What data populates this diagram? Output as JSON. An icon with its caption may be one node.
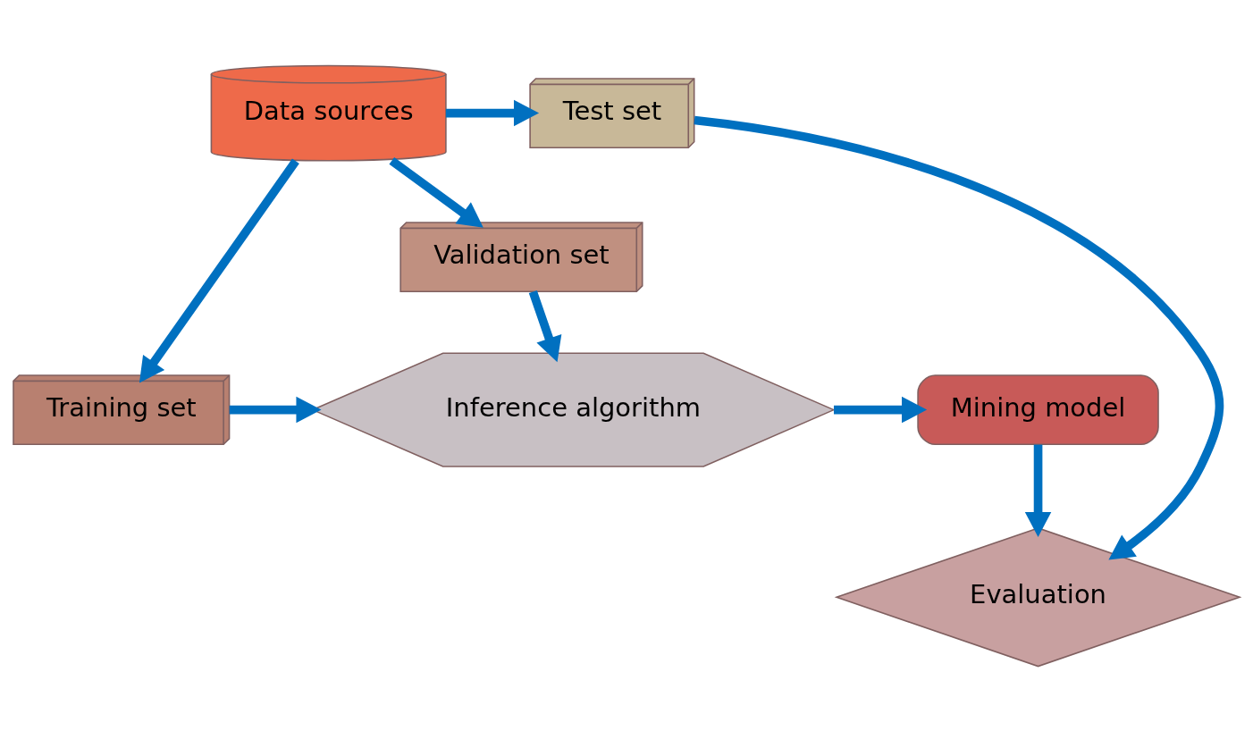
{
  "diagram": {
    "nodes": [
      {
        "text": [
          "Data sources"
        ]
      },
      {
        "text": [
          "Test set"
        ]
      },
      {
        "text": [
          "Validation set"
        ]
      },
      {
        "text": [
          "Training set"
        ]
      },
      {
        "text": [
          "Inference algorithm"
        ]
      },
      {
        "text": [
          "Mining model"
        ]
      },
      {
        "text": [
          "Evaluation"
        ]
      }
    ],
    "edges": [
      {
        "from": 0,
        "to": 1,
        "arrow": "to"
      },
      {
        "from": 0,
        "to": 2,
        "arrow": "to"
      },
      {
        "from": 0,
        "to": 3,
        "arrow": "to"
      },
      {
        "from": 2,
        "to": 4,
        "arrow": "to"
      },
      {
        "from": 3,
        "to": 4,
        "arrow": "to"
      },
      {
        "from": 4,
        "to": 5,
        "arrow": "to"
      },
      {
        "from": 5,
        "to": 6,
        "arrow": "to"
      },
      {
        "from": 1,
        "to": 6,
        "arrow": "to"
      }
    ]
  }
}
